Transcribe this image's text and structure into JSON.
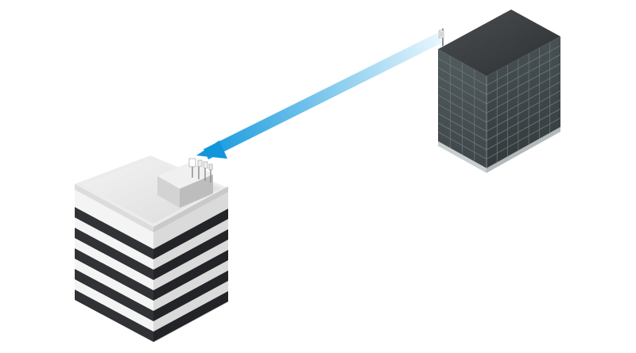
{
  "diagram": {
    "description_visible_text": "",
    "nodes": [
      {
        "id": "transmitter",
        "icon": "dark-glass-office-building-icon",
        "antenna": "pole-antenna-icon"
      },
      {
        "id": "receiver",
        "icon": "white-striped-office-building-icon",
        "antenna": "rooftop-antenna-array-icon"
      }
    ],
    "links": [
      {
        "from": "transmitter",
        "to": "receiver",
        "style": "wireless-beam-arrow"
      }
    ]
  },
  "colors": {
    "background": "#ffffff",
    "beam_start": "#e9f7fd",
    "beam_end": "#1297dc",
    "dark_building_top": "#3a3d3f",
    "dark_building_left": "#4a5254",
    "dark_building_right": "#3e4648",
    "dark_building_grid": "#6a7478",
    "white_building_top": "#e6e6e6",
    "white_building_left": "#f2f2f2",
    "white_building_right": "#d9d9d9",
    "white_building_stripe_left": "#303236",
    "white_building_stripe_right": "#222427",
    "rooftop_box_top": "#efefef",
    "rooftop_box_left": "#d2d2d2",
    "rooftop_box_right": "#c2c2c2"
  }
}
